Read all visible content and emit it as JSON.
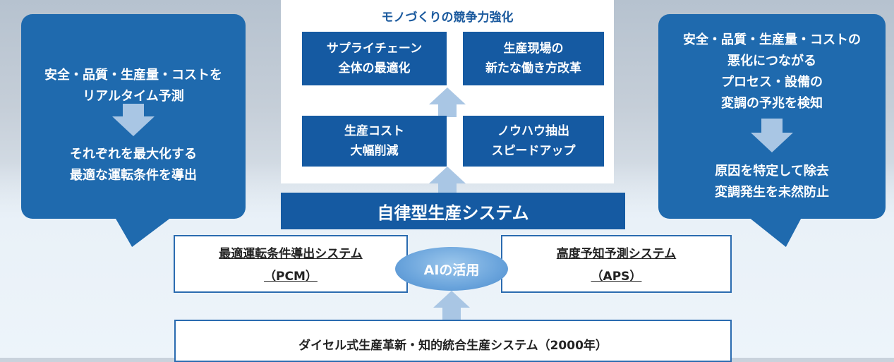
{
  "left_box": {
    "line1": "安全・品質・生産量・コストを",
    "line2": "リアルタイム予測",
    "line3": "それぞれを最大化する",
    "line4": "最適な運転条件を導出"
  },
  "right_box": {
    "line1": "安全・品質・生産量・コストの",
    "line2": "悪化につながる",
    "line3": "プロセス・設備の",
    "line4": "変調の予兆を検知",
    "line5": "原因を特定して除去",
    "line6": "変調発生を未然防止"
  },
  "center": {
    "title": "モノづくりの競争力強化",
    "top_left": [
      "サプライチェーン",
      "全体の最適化"
    ],
    "top_right": [
      "生産現場の",
      "新たな働き方改革"
    ],
    "mid_left": [
      "生産コスト",
      "大幅削減"
    ],
    "mid_right": [
      "ノウハウ抽出",
      "スピードアップ"
    ]
  },
  "system_bar": "自律型生産システム",
  "pcm": [
    "最適運転条件導出システム",
    "（PCM）"
  ],
  "aps": [
    "高度予知予測システム",
    "（APS）"
  ],
  "ai": "AIの活用",
  "bottom": "ダイセル式生産革新・知的統合生産システム（2000年）"
}
